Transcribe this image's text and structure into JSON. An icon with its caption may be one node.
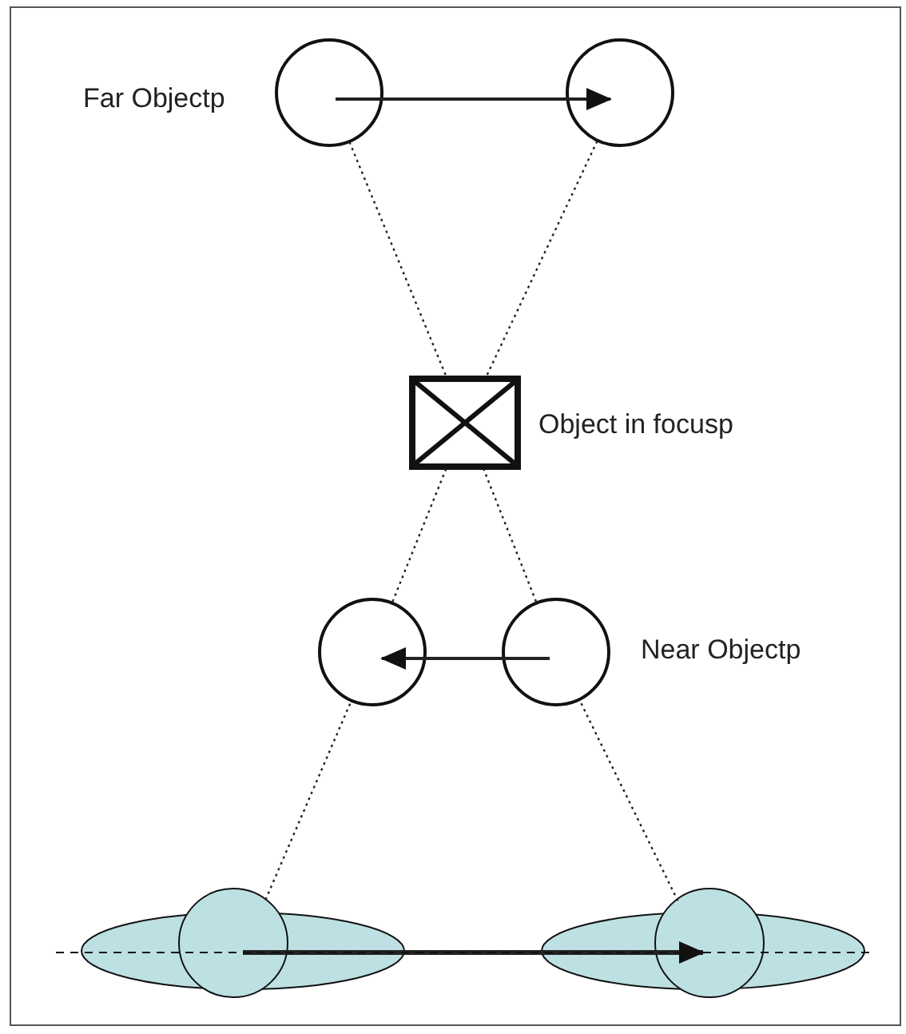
{
  "diagram": {
    "nodes": [
      {
        "text": [],
        "shape": "circle",
        "beside": [
          "Far Objectp"
        ]
      },
      {
        "text": [],
        "shape": "circle"
      },
      {
        "text": [],
        "shape": "box",
        "beside": [
          "Object in focusp"
        ]
      },
      {
        "text": [],
        "shape": "circle"
      },
      {
        "text": [],
        "shape": "circle",
        "beside": [
          "Near Objectp"
        ]
      },
      {
        "text": [],
        "shape": "ellipse"
      },
      {
        "text": [],
        "shape": "ellipse"
      }
    ],
    "edges": [
      {
        "from": 0,
        "to": 1,
        "arrow": "to"
      },
      {
        "from": 4,
        "to": 3,
        "arrow": "to"
      },
      {
        "from": 5,
        "to": 6,
        "arrow": "to",
        "style": "thick"
      },
      {
        "from": 5,
        "to": 3,
        "arrow": "none",
        "style": "dashed"
      },
      {
        "from": 3,
        "to": 2,
        "arrow": "none",
        "style": "dashed"
      },
      {
        "from": 2,
        "to": 1,
        "arrow": "none",
        "style": "dashed"
      },
      {
        "from": 6,
        "to": 4,
        "arrow": "none",
        "style": "dashed"
      },
      {
        "from": 4,
        "to": 2,
        "arrow": "none",
        "style": "dashed"
      },
      {
        "from": 2,
        "to": 0,
        "arrow": "none",
        "style": "dashed"
      }
    ]
  }
}
